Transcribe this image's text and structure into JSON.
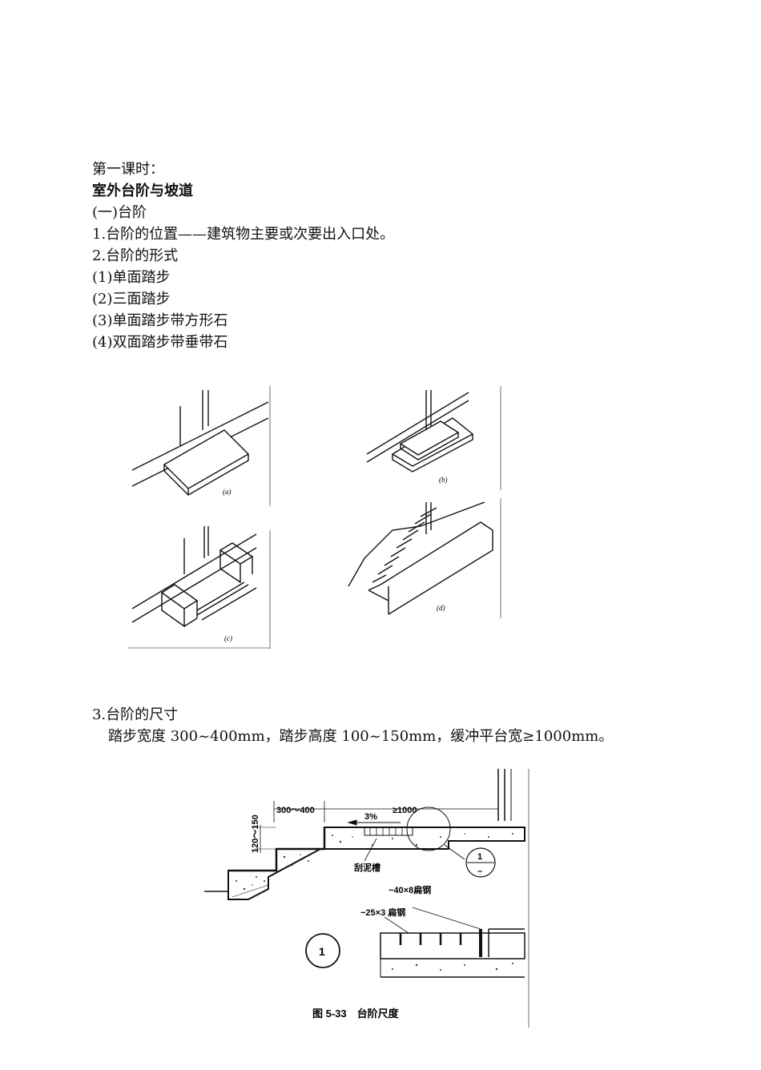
{
  "lesson": "第一课时：",
  "title": "室外台阶与坡道",
  "section": "(一)台阶",
  "items": [
    "1.台阶的位置——建筑物主要或次要出入口处。",
    "2.台阶的形式",
    "(1)单面踏步",
    "(2)三面踏步",
    "(3)单面踏步带方形石",
    "(4)双面踏步带垂带石"
  ],
  "figure1": {
    "labels": [
      "(a)",
      "(b)",
      "(c)",
      "(d)"
    ]
  },
  "size_heading": "3.台阶的尺寸",
  "size_text": "踏步宽度 300~400mm，踏步高度 100~150mm，缓冲平台宽≥1000mm。",
  "figure2": {
    "dim_tread": "300～400",
    "dim_platform": "≥1000",
    "dim_riser": "120～150",
    "slope": "3%",
    "mud_groove": "刮泥槽",
    "detail_ref_top": "1",
    "detail_ref_bottom": "–",
    "steel_flat_1": "−40×8扁钢",
    "steel_flat_2": "−25×3 扁钢",
    "detail_number": "1",
    "caption": "图 5-33　台阶尺度"
  }
}
